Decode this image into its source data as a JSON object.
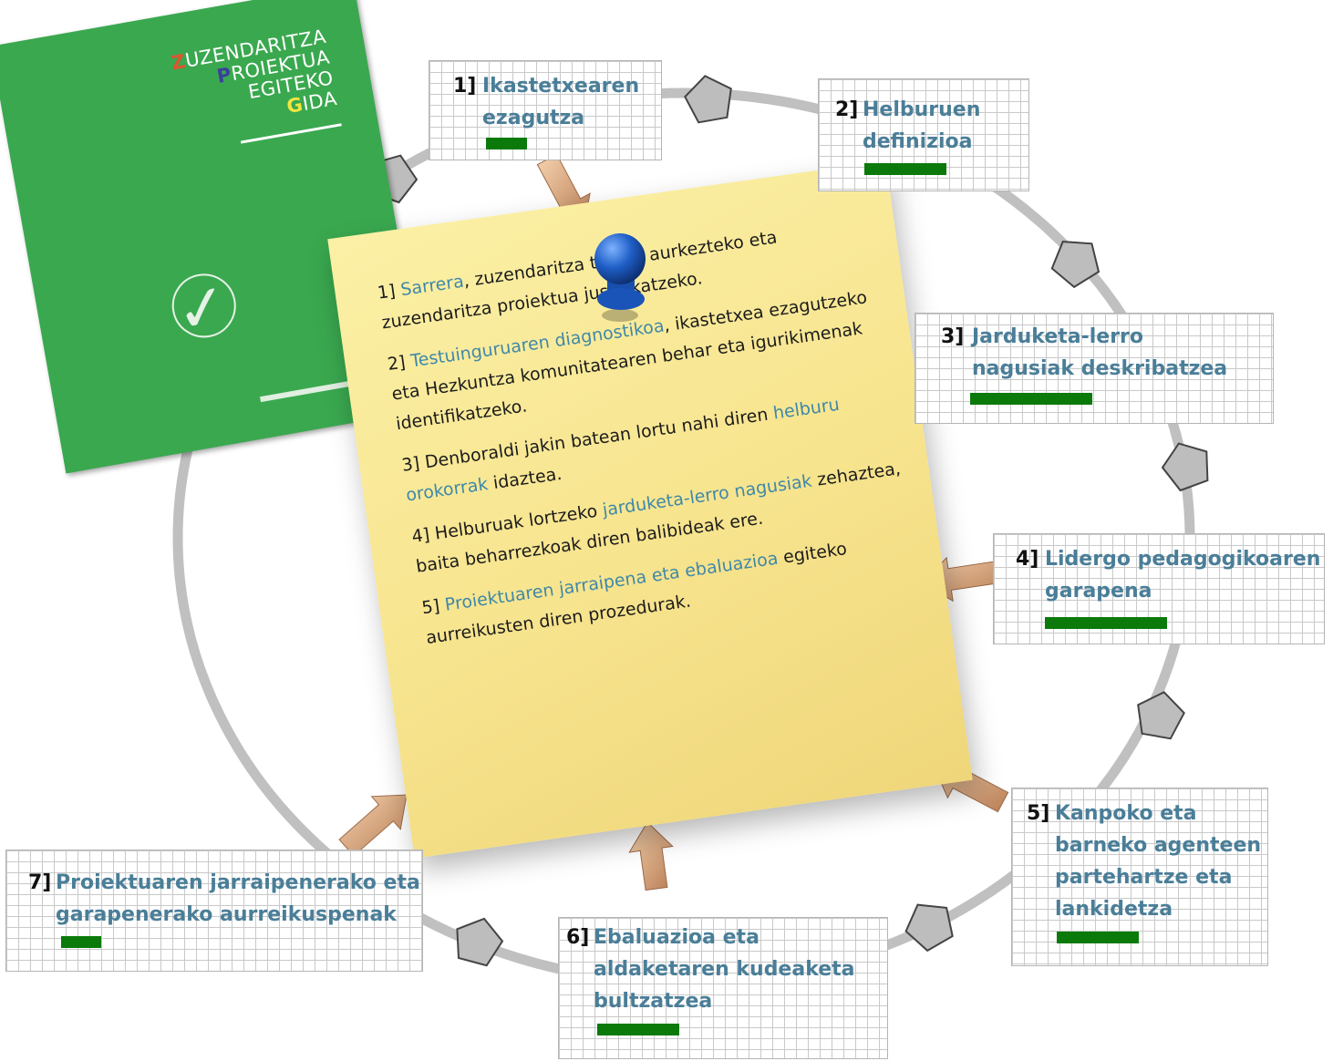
{
  "booklet": {
    "title_lines": [
      {
        "first": "Z",
        "rest": "UZENDARITZA",
        "first_color": "#e0532e"
      },
      {
        "first": "P",
        "rest": "ROIEKTUA",
        "first_color": "#3b3f9c"
      },
      {
        "first": "",
        "rest": "EGITEKO",
        "first_color": "#ffffff"
      },
      {
        "first": "G",
        "rest": "IDA",
        "first_color": "#f2e640"
      }
    ],
    "icon": "checkmark-circle-icon"
  },
  "note": {
    "items": [
      {
        "number": "1]",
        "highlight": "Sarrera",
        "text": ", zuzendaritza taldea aurkezteko eta zuzendaritza proiektua justifikatzeko."
      },
      {
        "number": "2]",
        "highlight": "Testuinguruaren diagnostikoa",
        "text": ", ikastetxea ezagutzeko eta Hezkuntza komunitatearen behar eta igurikimenak identifikatzeko."
      },
      {
        "number": "3]",
        "pre": "Denboraldi jakin batean lortu nahi diren ",
        "highlight": "helburu orokorrak",
        "text": " idaztea."
      },
      {
        "number": "4]",
        "pre": "Helburuak lortzeko ",
        "highlight": "jarduketa-lerro nagusiak",
        "text": " zehaztea, baita beharrezkoak diren balibideak ere."
      },
      {
        "number": "5]",
        "highlight": "Proiektuaren jarraipena eta ebaluazioa",
        "text": " egiteko aurreikusten diren prozedurak."
      }
    ],
    "pin_icon": "pushpin-icon"
  },
  "steps": [
    {
      "number": "1]",
      "lines": [
        "Ikastetxearen",
        "ezagutza"
      ]
    },
    {
      "number": "2]",
      "lines": [
        "Helburuen",
        "definizioa"
      ]
    },
    {
      "number": "3]",
      "lines": [
        "Jarduketa-lerro",
        "nagusiak deskribatzea"
      ]
    },
    {
      "number": "4]",
      "lines": [
        "Lidergo pedagogikoaren",
        "garapena"
      ]
    },
    {
      "number": "5]",
      "lines": [
        "Kanpoko eta",
        "barneko agenteen",
        "partehartze eta",
        "lankidetza"
      ]
    },
    {
      "number": "6]",
      "lines": [
        "Ebaluazioa eta",
        "aldaketaren kudeaketa",
        "bultzatzea"
      ]
    },
    {
      "number": "7]",
      "lines": [
        "Proiektuaren jarraipenerako eta",
        "garapenerako aurreikuspenak"
      ]
    }
  ],
  "colors": {
    "step_text": "#4a7e98",
    "progress_bar": "#0b7a0b",
    "arrow": "#e0b088",
    "ring": "#c0c0c0",
    "pentagon": "#bdbdbd",
    "note": "#f8e594",
    "booklet": "#3aa84f"
  }
}
